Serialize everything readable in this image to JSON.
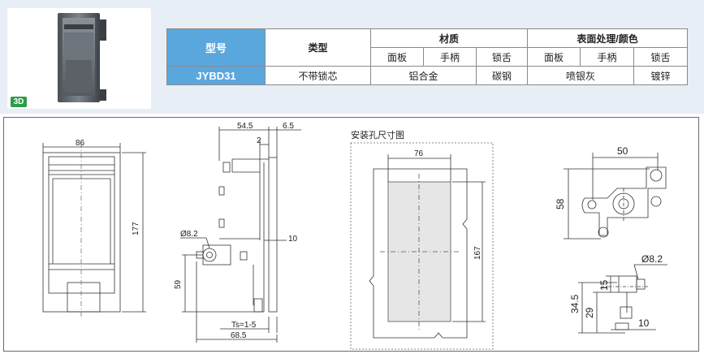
{
  "badge": "3D",
  "table": {
    "h_model": "型号",
    "h_type": "类型",
    "h_material": "材质",
    "h_finish": "表面处理/颜色",
    "sub_panel": "面板",
    "sub_handle": "手柄",
    "sub_tongue": "锁舌",
    "row": {
      "model": "JYBD31",
      "type": "不带锁芯",
      "material_panel_handle": "铝合金",
      "material_tongue": "碳钢",
      "finish_panel_handle": "喷银灰",
      "finish_tongue": "镀锌"
    }
  },
  "drawing": {
    "hole_title": "安装孔尺寸图",
    "front_width": "86",
    "front_height": "177",
    "side_top_a": "54.5",
    "side_top_b": "6.5",
    "side_small": "2",
    "side_hole": "Ø8.2",
    "side_10": "10",
    "side_59": "59",
    "side_ts": "Ts=1-5",
    "side_bottom": "68.5",
    "cut_width": "76",
    "cut_height": "167",
    "d1_width": "50",
    "d1_height": "58",
    "d2_hole": "Ø8.2",
    "d2_a": "34.5",
    "d2_b": "29",
    "d2_c": "15",
    "d2_d": "10"
  },
  "colors": {
    "band": "#e7eef6",
    "header_blue": "#5aa7de",
    "badge_green": "#2e9d47",
    "cut_fill": "#e6e6e6"
  }
}
